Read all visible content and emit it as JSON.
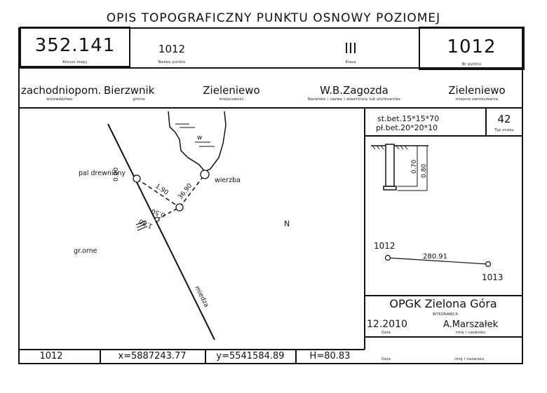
{
  "title": "OPIS TOPOGRAFICZNY PUNKTU OSNOWY POZIOMEJ",
  "header": {
    "map_sheet": {
      "value": "352.141",
      "label": "Arkusz mapy"
    },
    "point_name": {
      "value": "1012",
      "label": "Nazwa punktu"
    },
    "class": {
      "value": "III",
      "label": "Klasa"
    },
    "point_no": {
      "value": "1012",
      "label": "Nr punktu"
    }
  },
  "location": {
    "voivodeship": {
      "value": "zachodniopom.",
      "label": "województwo"
    },
    "municipality": {
      "value": "Bierzwnik",
      "label": "gmina"
    },
    "locality": {
      "value": "Zieleniewo",
      "label": "miejscowość"
    },
    "owner": {
      "value": "W.B.Zagozda",
      "label": "Nazwisko ( nazwa ) właściciela lub użytkownika"
    },
    "residence": {
      "value": "Zieleniewo",
      "label": "miejsce zamieszkania"
    }
  },
  "sketch": {
    "pal_label": "pal drewniany",
    "water_label": "w",
    "wierzba_label": "wierzba",
    "north_label": "N",
    "gr_orne_label": "gr.orne",
    "miedza_label": "miedza",
    "dist_0_00": "0.00",
    "dist_1_90": "1.90",
    "dist_36_90": "36.90",
    "dist_0_50": "0.50",
    "dist_1_80": "1.80"
  },
  "marker": {
    "spec_line1": "st.bet.15*15*70",
    "spec_line2": "pł.bet.20*20*10",
    "type_value": "42",
    "type_label": "Typ znaku",
    "depth1": "0.70",
    "depth2": "0.80"
  },
  "neighbor": {
    "point_a": "1012",
    "point_b": "1013",
    "distance": "280.91"
  },
  "contractor": {
    "name": "OPGK Zielona Góra",
    "label": "WYKONAWCA",
    "date": "12.2010",
    "date_label": "Data",
    "person": "A.Marszałek",
    "person_label": "imię i nazwisko",
    "date_label2": "Data",
    "person_label2": "imię i nazwisko"
  },
  "coordinates": {
    "point": "1012",
    "x": "x=5887243.77",
    "y": "y=5541584.89",
    "h": "H=80.83"
  }
}
